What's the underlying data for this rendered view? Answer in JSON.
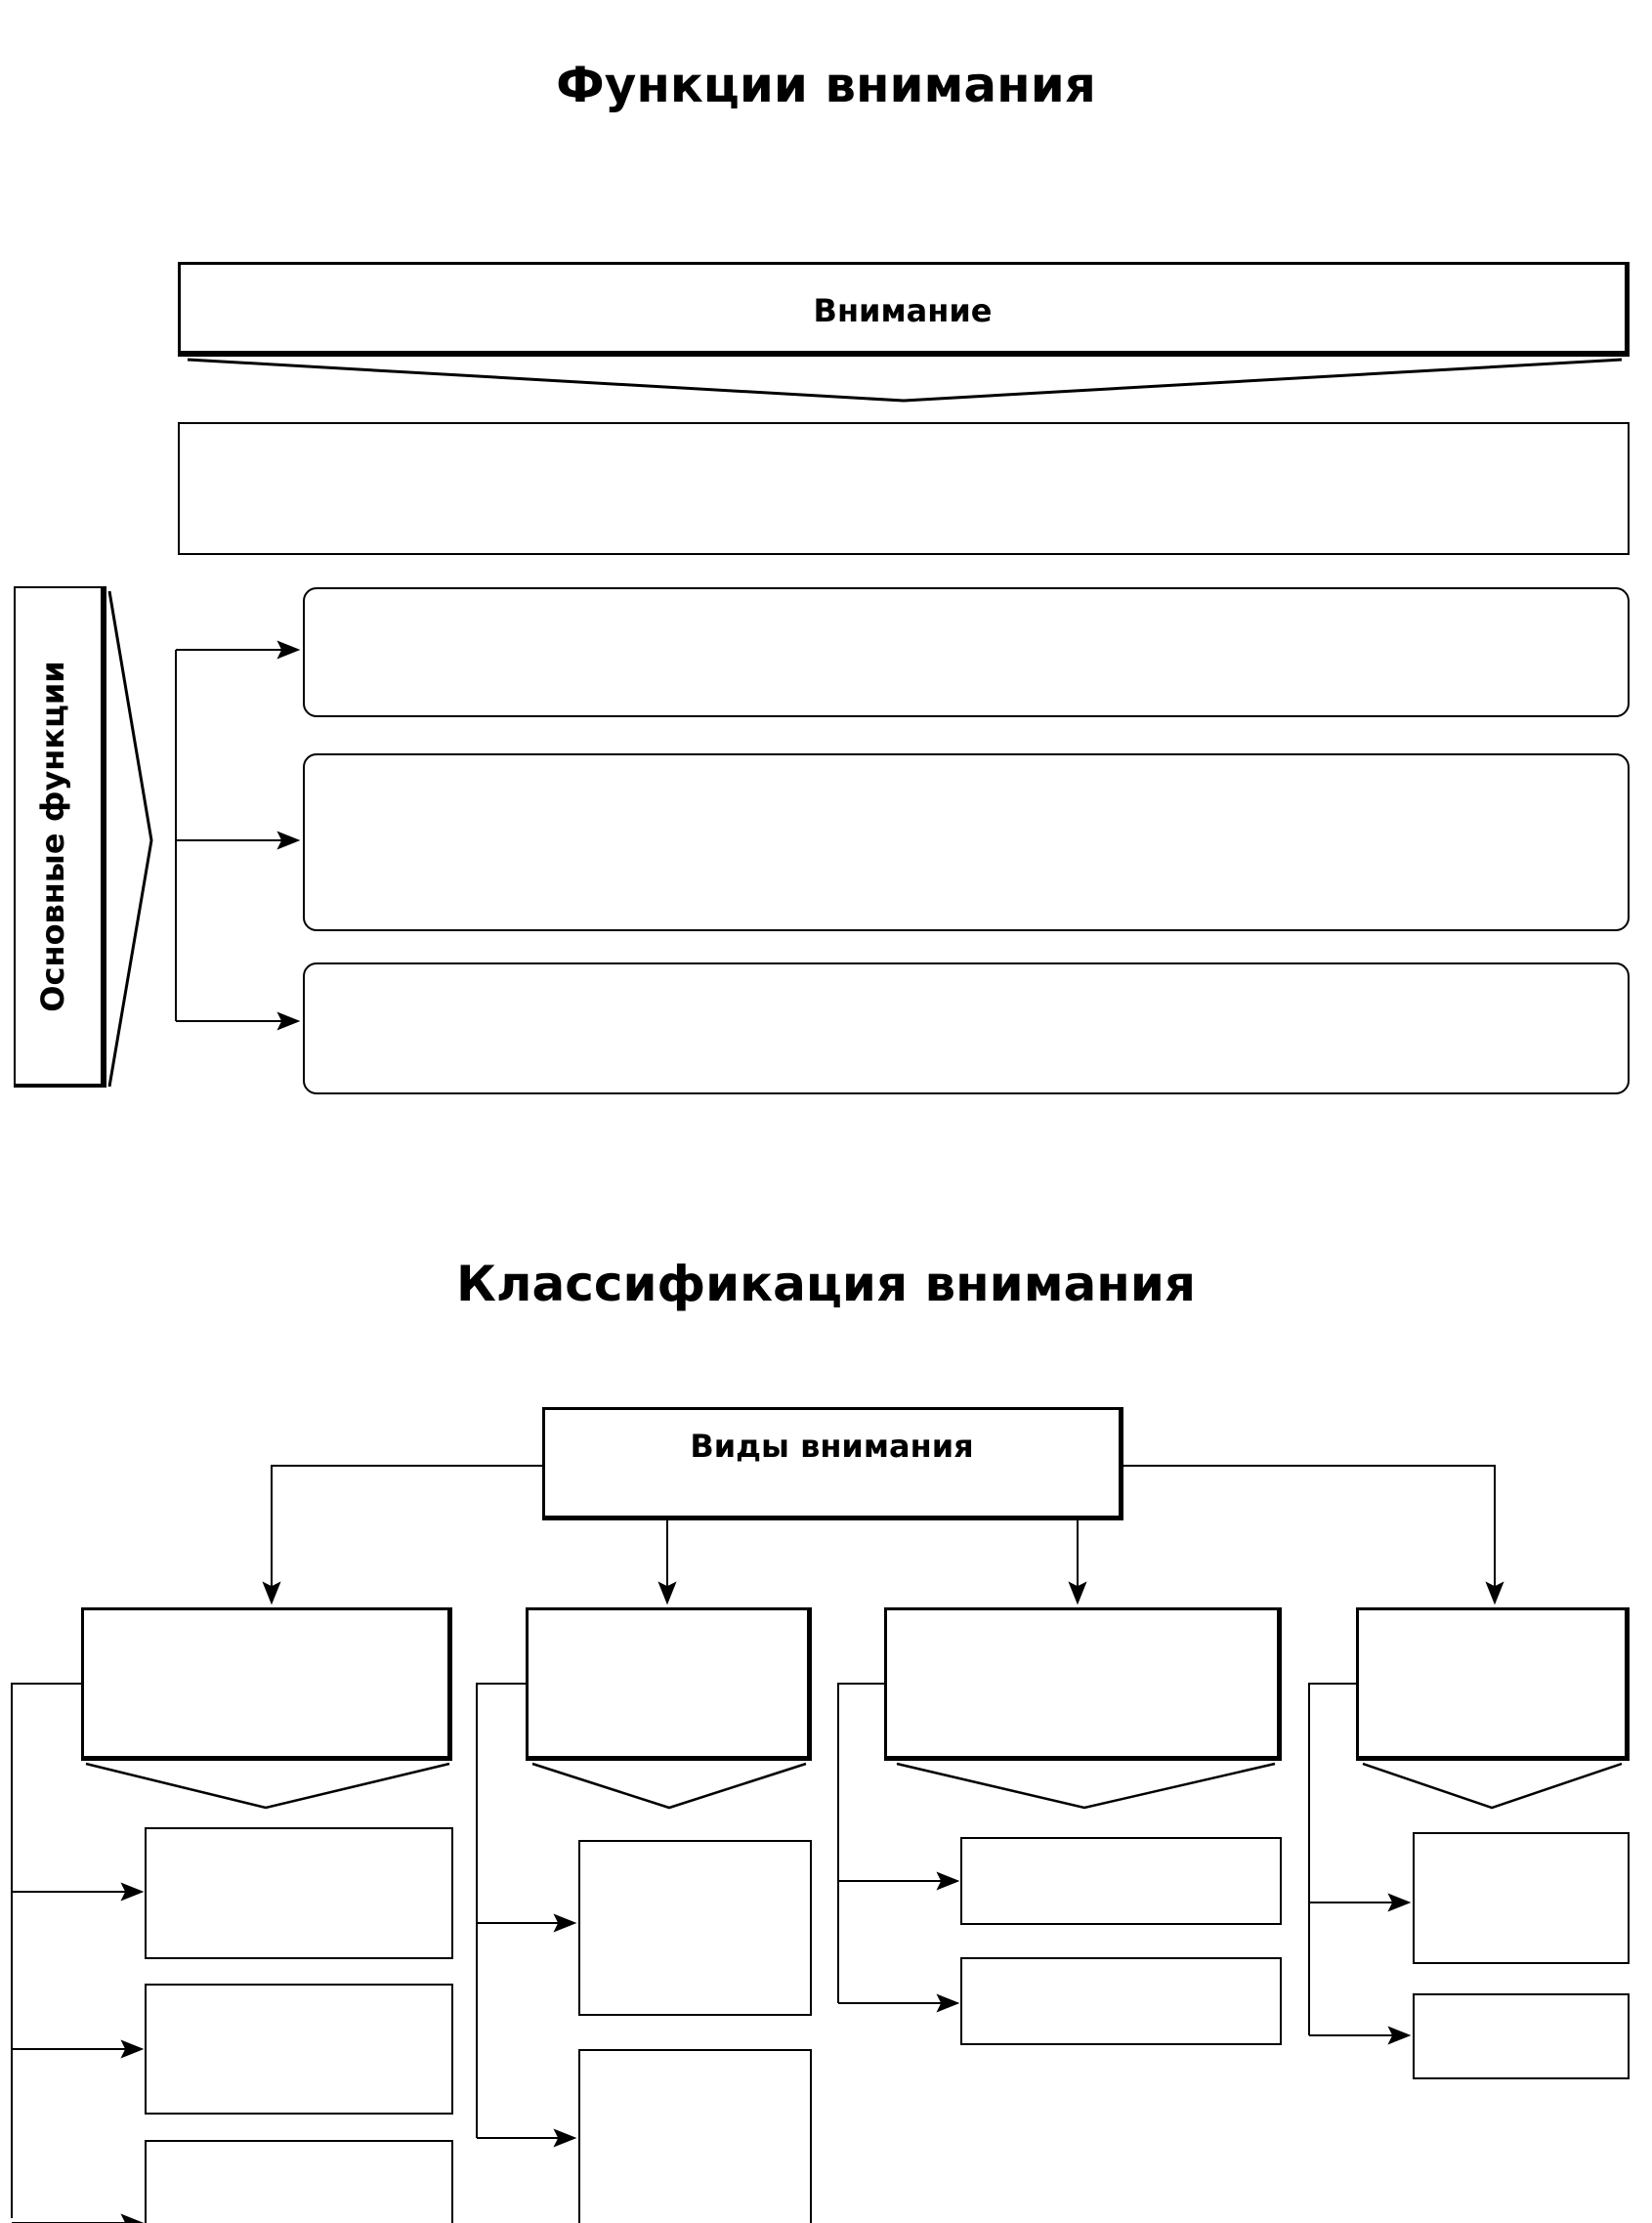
{
  "titles": {
    "functions": "Функции внимания",
    "classification": "Классификация внимания"
  },
  "functions_diagram": {
    "top_box": "Внимание",
    "side_label": "Основные функции",
    "definition_box": "",
    "function_boxes": [
      "",
      "",
      ""
    ]
  },
  "classification_diagram": {
    "root": "Виды внимания",
    "categories": [
      {
        "label": "",
        "subtypes": [
          "",
          "",
          ""
        ]
      },
      {
        "label": "",
        "subtypes": [
          "",
          ""
        ]
      },
      {
        "label": "",
        "subtypes": [
          "",
          ""
        ]
      },
      {
        "label": "",
        "subtypes": [
          "",
          ""
        ]
      }
    ]
  }
}
